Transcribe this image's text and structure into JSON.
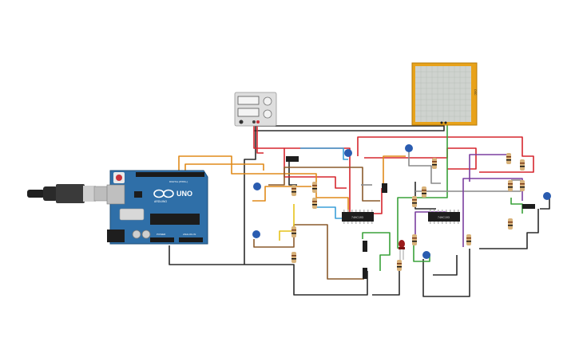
{
  "arduino": {
    "model_label": "UNO",
    "brand_label": "ARDUINO",
    "power_header_label": "POWER",
    "analog_header_label": "ANALOG IN",
    "digital_header_label": "DIGITAL (PWM~)"
  },
  "ics": {
    "ic1_label": "74HC193",
    "ic2_label": "74HC193"
  },
  "oscilloscope": {
    "side_label": "OSC"
  },
  "colors": {
    "board": "#2f6fa8",
    "wire_black": "#2b2b2b",
    "wire_red": "#d6262e",
    "wire_orange": "#e08a1a",
    "wire_brown": "#8a5a2b",
    "wire_green": "#3aa23a",
    "wire_blue": "#3b9fd8",
    "wire_gray": "#8a8a8a",
    "wire_purple": "#7b3fa0",
    "wire_yellow": "#e6c21a",
    "button_cap": "#2a5cb0",
    "scope_frame": "#e8a21a",
    "led": "#9b1b1b"
  }
}
